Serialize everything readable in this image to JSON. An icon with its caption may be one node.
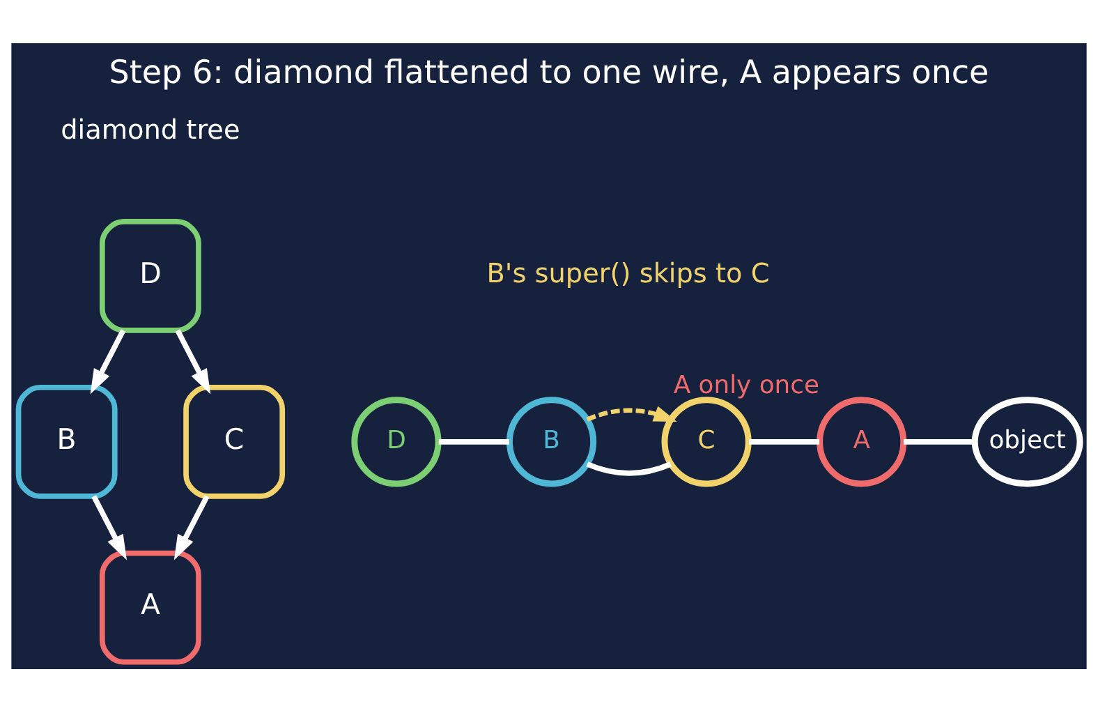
{
  "diagram": {
    "title": "Step 6: diamond flattened to one wire, A appears once",
    "nodes": [
      {
        "text": [
          "D"
        ]
      },
      {
        "text": [
          "B"
        ]
      },
      {
        "text": [
          "C"
        ]
      },
      {
        "text": [
          "A"
        ]
      },
      {
        "text": [
          "D"
        ]
      },
      {
        "text": [
          "B"
        ]
      },
      {
        "text": [
          "C"
        ]
      },
      {
        "text": [
          "A"
        ],
        "beside": [
          "A only once"
        ]
      },
      {
        "text": [
          "object"
        ]
      }
    ],
    "edges": [
      {
        "from": 0,
        "to": 1,
        "arrow": "to"
      },
      {
        "from": 0,
        "to": 2,
        "arrow": "to"
      },
      {
        "from": 1,
        "to": 3,
        "arrow": "to"
      },
      {
        "from": 2,
        "to": 3,
        "arrow": "to"
      },
      {
        "from": 4,
        "to": 5,
        "arrow": "none"
      },
      {
        "from": 5,
        "to": 6,
        "arrow": "none"
      },
      {
        "from": 6,
        "to": 7,
        "arrow": "none"
      },
      {
        "from": 7,
        "to": 8,
        "arrow": "none"
      },
      {
        "from": 5,
        "to": 6,
        "arrow": "to",
        "style": "dashed",
        "color": "#f2d36b"
      }
    ],
    "labels": [
      "diamond tree",
      "B's super() skips to C"
    ]
  }
}
